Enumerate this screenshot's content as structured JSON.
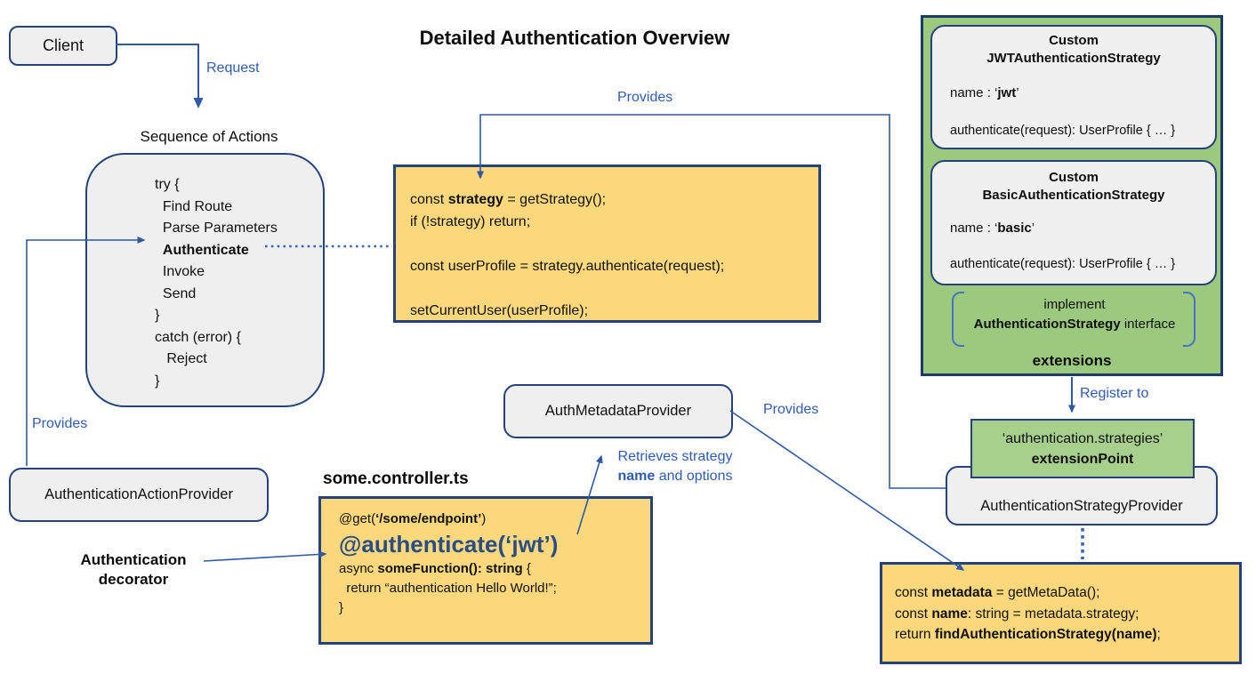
{
  "title": "Detailed Authentication Overview",
  "colors": {
    "navy_border": "#24437e",
    "panel_border": "#1b3a6b",
    "arrow_blue": "#2e59a8",
    "label_blue": "#2e5bb8",
    "yellow_fill": "#fbd87c",
    "green_panel_fill": "#9bc97d",
    "green_light_fill": "#a8d08d",
    "gray_fill": "#efefef",
    "auth_decorator_text": "#2a4d85"
  },
  "client": {
    "label": "Client"
  },
  "labels": {
    "request": "Request",
    "provides_top": "Provides",
    "provides_left": "Provides",
    "provides_right": "Provides",
    "register_to": "Register to",
    "retrieves_line1": [
      {
        "t": "Retrieves strategy"
      }
    ],
    "retrieves_line2": [
      {
        "t": "name",
        "b": true
      },
      {
        "t": " and options"
      }
    ]
  },
  "sequence": {
    "title": "Sequence of Actions",
    "lines": [
      [
        {
          "t": "try {"
        }
      ],
      [
        {
          "t": "  Find Route"
        }
      ],
      [
        {
          "t": "  Parse Parameters"
        }
      ],
      [
        {
          "t": "  "
        },
        {
          "t": "Authenticate",
          "b": true
        }
      ],
      [
        {
          "t": "  Invoke"
        }
      ],
      [
        {
          "t": "  Send"
        }
      ],
      [
        {
          "t": "}"
        }
      ],
      [
        {
          "t": "catch (error) {"
        }
      ],
      [
        {
          "t": "   Reject"
        }
      ],
      [
        {
          "t": "}"
        }
      ]
    ]
  },
  "strategy_code": {
    "lines": [
      [
        {
          "t": "const "
        },
        {
          "t": "strategy",
          "b": true
        },
        {
          "t": " = getStrategy();"
        }
      ],
      [
        {
          "t": "if (!strategy) return;"
        }
      ],
      [],
      [
        {
          "t": "const userProfile = strategy.authenticate(request);"
        }
      ],
      [],
      [
        {
          "t": "setCurrentUser(userProfile);"
        }
      ]
    ]
  },
  "extensions_panel": {
    "cards": [
      {
        "title_line1": "Custom",
        "title_line2": "JWTAuthenticationStrategy",
        "name_line": [
          {
            "t": "name : ‘"
          },
          {
            "t": "jwt",
            "b": true
          },
          {
            "t": "’"
          }
        ],
        "auth_line": [
          {
            "t": "authenticate(request): UserProfile { … }"
          }
        ]
      },
      {
        "title_line1": "Custom",
        "title_line2": "BasicAuthenticationStrategy",
        "name_line": [
          {
            "t": "name : ‘"
          },
          {
            "t": "basic",
            "b": true
          },
          {
            "t": "’"
          }
        ],
        "auth_line": [
          {
            "t": "authenticate(request): UserProfile { … }"
          }
        ]
      }
    ],
    "implement_line1": [
      {
        "t": "implement"
      }
    ],
    "implement_line2": [
      {
        "t": "AuthenticationStrategy",
        "b": true
      },
      {
        "t": " interface"
      }
    ],
    "footer": "extensions"
  },
  "extension_point": {
    "line1": [
      {
        "t": "‘authentication.strategies’"
      }
    ],
    "line2": [
      {
        "t": "extensionPoint",
        "b": true
      }
    ]
  },
  "strategy_provider": {
    "label": "AuthenticationStrategyProvider"
  },
  "metadata_code": {
    "lines": [
      [
        {
          "t": "const "
        },
        {
          "t": "metadata",
          "b": true
        },
        {
          "t": " = getMetaData();"
        }
      ],
      [
        {
          "t": "const "
        },
        {
          "t": "name",
          "b": true
        },
        {
          "t": ": string = metadata.strategy;"
        }
      ],
      [
        {
          "t": "return "
        },
        {
          "t": "findAuthenticationStrategy(name)",
          "b": true
        },
        {
          "t": ";"
        }
      ]
    ]
  },
  "auth_metadata_provider": {
    "label": "AuthMetadataProvider"
  },
  "controller": {
    "filename": "some.controller.ts",
    "line_get": [
      {
        "t": "@get("
      },
      {
        "t": "‘/some/endpoint’",
        "b": true
      },
      {
        "t": ")"
      }
    ],
    "line_authenticate": [
      {
        "t": "@authenticate(‘jwt’)"
      }
    ],
    "line_async": [
      {
        "t": "async "
      },
      {
        "t": "someFunction(): string",
        "b": true
      },
      {
        "t": " {"
      }
    ],
    "line_return": [
      {
        "t": "  return “authentication Hello World!”;"
      }
    ],
    "line_close": [
      {
        "t": "}"
      }
    ]
  },
  "action_provider": {
    "label": "AuthenticationActionProvider"
  },
  "decorator_label": {
    "line1": "Authentication",
    "line2": "decorator"
  }
}
